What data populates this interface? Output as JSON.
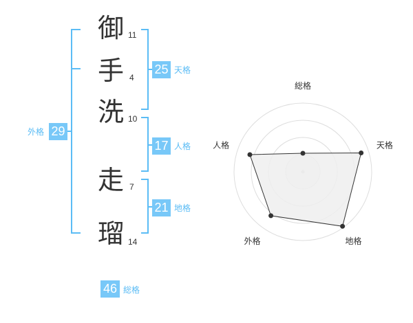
{
  "characters": [
    {
      "char": "御",
      "strokes": "11"
    },
    {
      "char": "手",
      "strokes": "4"
    },
    {
      "char": "洗",
      "strokes": "10"
    },
    {
      "char": "走",
      "strokes": "7"
    },
    {
      "char": "瑠",
      "strokes": "14"
    }
  ],
  "kaku": {
    "tenkaku": {
      "value": "25",
      "label": "天格"
    },
    "jinkaku": {
      "value": "17",
      "label": "人格"
    },
    "chikaku": {
      "value": "21",
      "label": "地格"
    },
    "gaikaku": {
      "value": "29",
      "label": "外格"
    },
    "soukaku": {
      "value": "46",
      "label": "総格"
    }
  },
  "radar": {
    "axes": [
      "総格",
      "天格",
      "地格",
      "外格",
      "人格"
    ],
    "levels": 4,
    "values": [
      0.27,
      0.89,
      0.98,
      0.79,
      0.81
    ],
    "fill_color": "#eeeeee",
    "line_color": "#333333",
    "grid_color": "#dddddd"
  }
}
